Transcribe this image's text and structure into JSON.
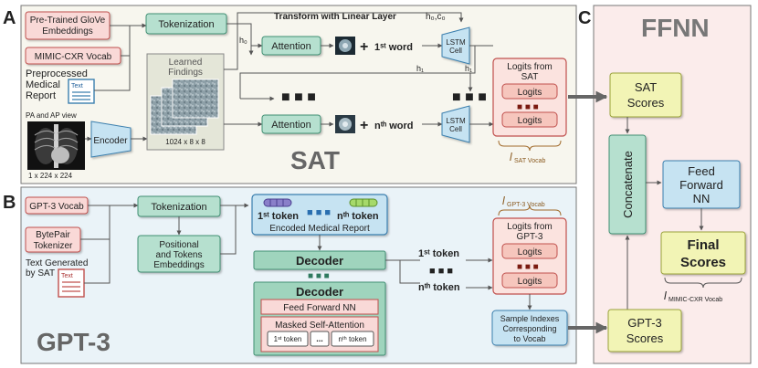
{
  "panels": {
    "a": "A",
    "b": "B",
    "c": "C"
  },
  "sat": {
    "title": "SAT",
    "glove": [
      "Pre-Trained GloVe",
      "Embeddings"
    ],
    "vocab": "MIMIC-CXR Vocab",
    "report_label": [
      "Preprocessed",
      "Medical",
      "Report"
    ],
    "report_doc_text": "Text",
    "xray_label": "PA and AP view",
    "xray_dims": "1 x 224 x 224",
    "encoder": "Encoder",
    "tokenization": "Tokenization",
    "transform": "Transform with Linear Layer",
    "h0c0": "h₀,c₀",
    "h0": "h₀",
    "h1_a": "h₁",
    "h1_b": "h₁",
    "learned": [
      "Learned",
      "Findings"
    ],
    "findings_dims": "1024 x 8 x 8",
    "attention_1": "Attention",
    "attention_n": "Attention",
    "plus_1": "+",
    "plus_n": "+",
    "word_1": "1ˢᵗ word",
    "word_n": "nᵗʰ word",
    "lstm_1": [
      "LSTM",
      "Cell"
    ],
    "lstm_n": [
      "LSTM",
      "Cell"
    ],
    "logits_title": [
      "Logits from",
      "SAT"
    ],
    "logits_1": "Logits",
    "logits_2": "Logits",
    "vocab_brace": "l",
    "vocab_brace_sub": "SAT Vocab"
  },
  "gpt": {
    "title": "GPT-3",
    "vocab": "GPT-3 Vocab",
    "bpe": [
      "BytePair",
      "Tokenizer"
    ],
    "text_gen": [
      "Text Generated",
      "by SAT"
    ],
    "doc_text": "Text",
    "tokenization": "Tokenization",
    "pos_emb": [
      "Positional",
      "and Tokens",
      "Embeddings"
    ],
    "token_1": "1ˢᵗ token",
    "token_n": "nᵗʰ token",
    "encoded": "Encoded Medical Report",
    "decoder_small": "Decoder",
    "decoder_big": "Decoder",
    "ffnn": "Feed Forward NN",
    "masked": "Masked Self-Attention",
    "in_token_1": "1ˢᵗ token",
    "in_dots": "...",
    "in_token_n": "nᵗʰ token",
    "out_token_1": "1ˢᵗ token",
    "out_token_n": "nᵗʰ token",
    "brace_label": "l",
    "brace_sub": "GPT-3 Vocab",
    "logits_title": [
      "Logits from",
      "GPT-3"
    ],
    "logits_1": "Logits",
    "logits_2": "Logits",
    "sample": [
      "Sample Indexes",
      "Corresponding",
      "to Vocab"
    ]
  },
  "ffnn": {
    "title": "FFNN",
    "sat_scores": [
      "SAT",
      "Scores"
    ],
    "concatenate": "Concatenate",
    "ff_nn": [
      "Feed",
      "Forward",
      "NN"
    ],
    "final": [
      "Final",
      "Scores"
    ],
    "brace_label": "l",
    "brace_sub": "MIMIC-CXR Vocab",
    "gpt_scores": [
      "GPT-3",
      "Scores"
    ]
  },
  "colors": {
    "pink": "#f9d9d7",
    "pink_edge": "#c0504d",
    "green": "#b6e0cf",
    "green_edge": "#3f8f73",
    "yellow": "#f2f4b5",
    "yellow_edge": "#9aa23a",
    "blue": "#c6e3f2",
    "blue_edge": "#3b7fae",
    "sat_bg": "#f7f6ee",
    "gpt_bg": "#eaf3f8",
    "ffnn_bg": "#fbeceb"
  }
}
